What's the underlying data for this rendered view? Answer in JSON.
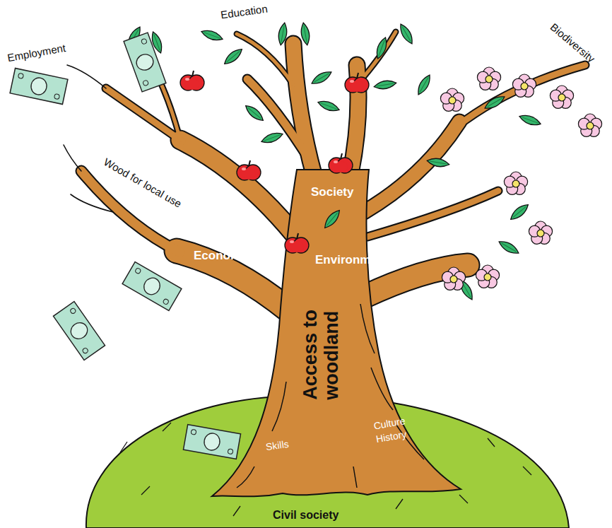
{
  "diagram": {
    "labels": [
      "Education",
      "Biodiversity",
      "Employment",
      "Wood for local use",
      "Society",
      "Economy",
      "Environment",
      "Access to woodland",
      "Skills",
      "Culture History",
      "Civil society"
    ]
  }
}
